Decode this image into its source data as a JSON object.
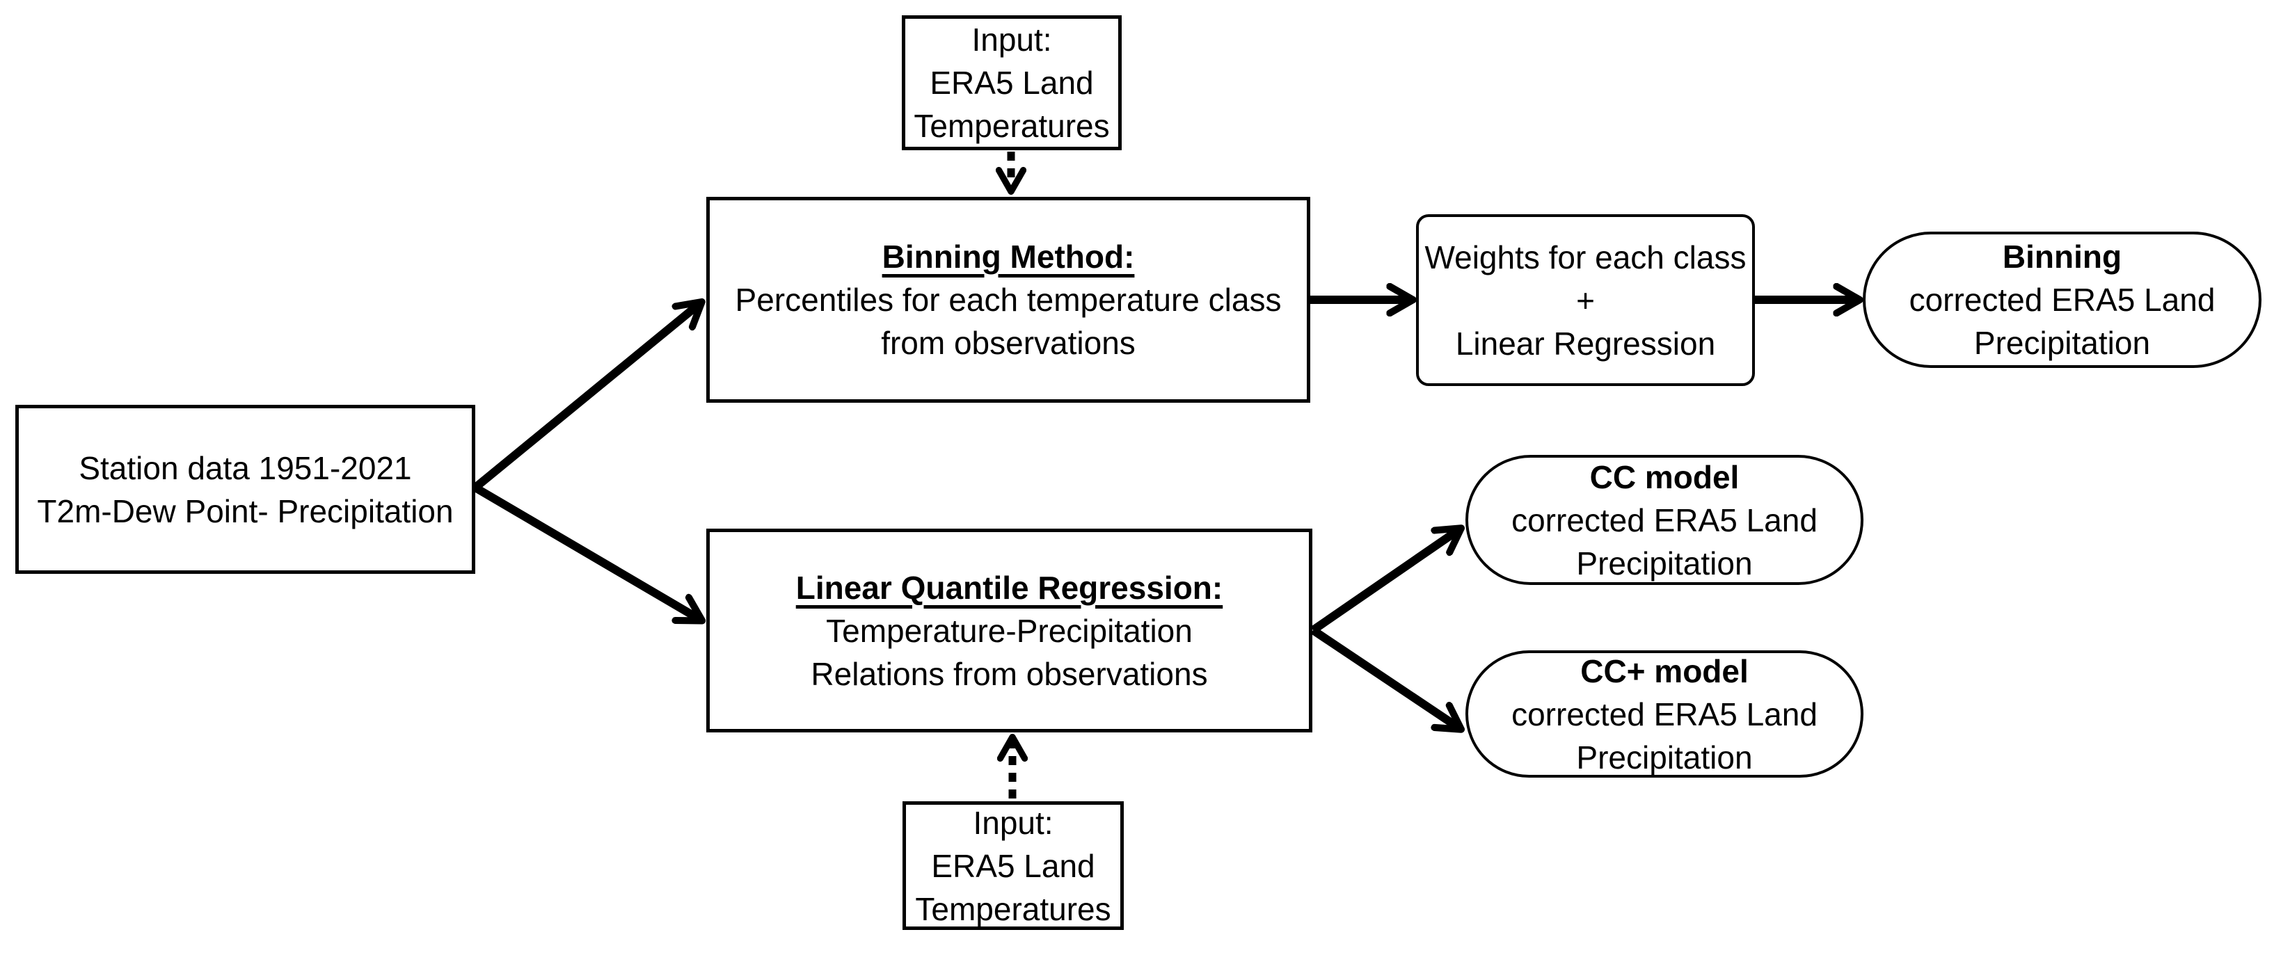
{
  "diagram": {
    "colors": {
      "stroke": "#000000",
      "background": "#ffffff"
    },
    "nodes": {
      "input_top": {
        "lines": [
          "Input:",
          "ERA5 Land",
          "Temperatures"
        ]
      },
      "binning_method": {
        "title": "Binning Method:",
        "lines": [
          "Percentiles for each temperature class",
          "from observations"
        ]
      },
      "weights": {
        "lines": [
          "Weights for each class",
          "+",
          "Linear Regression"
        ]
      },
      "binning_result": {
        "title": "Binning",
        "lines": [
          "corrected ERA5 Land",
          "Precipitation"
        ]
      },
      "station": {
        "lines": [
          "Station data 1951-2021",
          "T2m-Dew Point- Precipitation"
        ]
      },
      "lqr": {
        "title": "Linear Quantile Regression:",
        "lines": [
          "Temperature-Precipitation",
          "Relations from observations"
        ]
      },
      "cc_model": {
        "title": "CC model",
        "lines": [
          "corrected ERA5 Land",
          "Precipitation"
        ]
      },
      "ccplus_model": {
        "title": "CC+ model",
        "lines": [
          "corrected ERA5 Land",
          "Precipitation"
        ]
      },
      "input_bottom": {
        "lines": [
          "Input:",
          "ERA5 Land",
          "Temperatures"
        ]
      }
    },
    "edges": [
      {
        "from": "input_top",
        "to": "binning_method",
        "style": "dotted"
      },
      {
        "from": "station",
        "to": "binning_method",
        "style": "solid"
      },
      {
        "from": "station",
        "to": "lqr",
        "style": "solid"
      },
      {
        "from": "binning_method",
        "to": "weights",
        "style": "solid"
      },
      {
        "from": "weights",
        "to": "binning_result",
        "style": "solid"
      },
      {
        "from": "lqr",
        "to": "cc_model",
        "style": "solid"
      },
      {
        "from": "lqr",
        "to": "ccplus_model",
        "style": "solid"
      },
      {
        "from": "input_bottom",
        "to": "lqr",
        "style": "dotted"
      }
    ]
  }
}
